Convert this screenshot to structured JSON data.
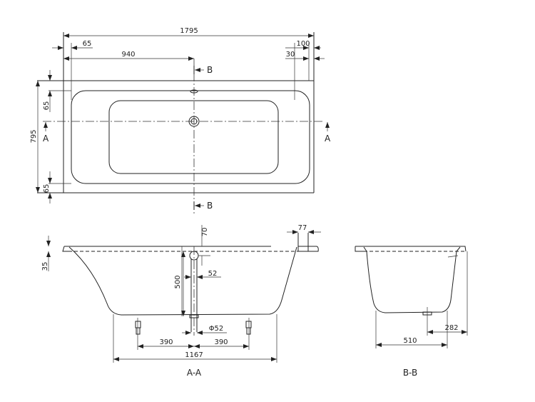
{
  "top_view": {
    "dims": {
      "overall_length": "1795",
      "rim_left": "65",
      "drain_offset": "940",
      "rim_right": "100",
      "rim_gap": "30",
      "width": "795",
      "rim_top": "65",
      "rim_bottom": "65"
    },
    "section_a": "A",
    "section_b": "B"
  },
  "section_aa": {
    "title": "A-A",
    "dims": {
      "rim_height": "35",
      "overflow_height": "70",
      "overflow_offset": "52",
      "depth": "500",
      "drain_dia": "Φ52",
      "foot_left": "390",
      "foot_right": "390",
      "bottom_length": "1167",
      "rim_edge": "77"
    }
  },
  "section_bb": {
    "title": "B-B",
    "dims": {
      "bottom_width": "510",
      "drain_offset": "282"
    }
  }
}
